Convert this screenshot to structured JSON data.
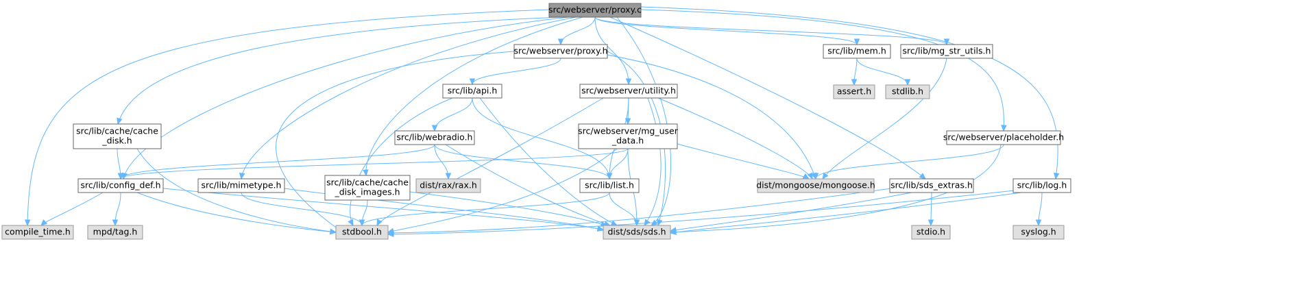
{
  "nodes": {
    "proxy_c": {
      "lines": [
        "src/webserver/proxy.c"
      ],
      "kind": "root"
    },
    "proxy_h": {
      "lines": [
        "src/webserver/proxy.h"
      ],
      "kind": "local"
    },
    "mem_h": {
      "lines": [
        "src/lib/mem.h"
      ],
      "kind": "local"
    },
    "mg_str_utils_h": {
      "lines": [
        "src/lib/mg_str_utils.h"
      ],
      "kind": "local"
    },
    "assert_h": {
      "lines": [
        "assert.h"
      ],
      "kind": "system"
    },
    "stdlib_h": {
      "lines": [
        "stdlib.h"
      ],
      "kind": "system"
    },
    "api_h": {
      "lines": [
        "src/lib/api.h"
      ],
      "kind": "local"
    },
    "utility_h": {
      "lines": [
        "src/webserver/utility.h"
      ],
      "kind": "local"
    },
    "cache_disk_h": {
      "lines": [
        "src/lib/cache/cache",
        "_disk.h"
      ],
      "kind": "local"
    },
    "webradio_h": {
      "lines": [
        "src/lib/webradio.h"
      ],
      "kind": "local"
    },
    "mg_user_data_h": {
      "lines": [
        "src/webserver/mg_user",
        "_data.h"
      ],
      "kind": "local"
    },
    "placeholder_h": {
      "lines": [
        "src/webserver/placeholder.h"
      ],
      "kind": "local"
    },
    "config_def_h": {
      "lines": [
        "src/lib/config_def.h"
      ],
      "kind": "local"
    },
    "mimetype_h": {
      "lines": [
        "src/lib/mimetype.h"
      ],
      "kind": "local"
    },
    "cache_disk_images_h": {
      "lines": [
        "src/lib/cache/cache",
        "_disk_images.h"
      ],
      "kind": "local"
    },
    "rax_h": {
      "lines": [
        "dist/rax/rax.h"
      ],
      "kind": "system"
    },
    "list_h": {
      "lines": [
        "src/lib/list.h"
      ],
      "kind": "local"
    },
    "mongoose_h": {
      "lines": [
        "dist/mongoose/mongoose.h"
      ],
      "kind": "system"
    },
    "sds_extras_h": {
      "lines": [
        "src/lib/sds_extras.h"
      ],
      "kind": "local"
    },
    "log_h": {
      "lines": [
        "src/lib/log.h"
      ],
      "kind": "local"
    },
    "compile_time_h": {
      "lines": [
        "compile_time.h"
      ],
      "kind": "system"
    },
    "tag_h": {
      "lines": [
        "mpd/tag.h"
      ],
      "kind": "system"
    },
    "stdbool_h": {
      "lines": [
        "stdbool.h"
      ],
      "kind": "system"
    },
    "sds_h": {
      "lines": [
        "dist/sds/sds.h"
      ],
      "kind": "system"
    },
    "stdio_h": {
      "lines": [
        "stdio.h"
      ],
      "kind": "system"
    },
    "syslog_h": {
      "lines": [
        "syslog.h"
      ],
      "kind": "system"
    }
  },
  "edges": [
    [
      "proxy_c",
      "compile_time_h"
    ],
    [
      "proxy_c",
      "cache_disk_h"
    ],
    [
      "proxy_c",
      "config_def_h"
    ],
    [
      "proxy_c",
      "mimetype_h"
    ],
    [
      "proxy_c",
      "cache_disk_images_h"
    ],
    [
      "proxy_c",
      "proxy_h"
    ],
    [
      "proxy_c",
      "utility_h"
    ],
    [
      "proxy_c",
      "sds_h"
    ],
    [
      "proxy_c",
      "sds_extras_h"
    ],
    [
      "proxy_c",
      "mem_h"
    ],
    [
      "proxy_c",
      "mg_str_utils_h"
    ],
    [
      "proxy_c",
      "placeholder_h"
    ],
    [
      "proxy_c",
      "log_h"
    ],
    [
      "proxy_h",
      "api_h"
    ],
    [
      "proxy_h",
      "stdbool_h"
    ],
    [
      "proxy_h",
      "sds_h"
    ],
    [
      "proxy_h",
      "mongoose_h"
    ],
    [
      "mem_h",
      "assert_h"
    ],
    [
      "mem_h",
      "stdlib_h"
    ],
    [
      "mg_str_utils_h",
      "mongoose_h"
    ],
    [
      "api_h",
      "webradio_h"
    ],
    [
      "api_h",
      "list_h"
    ],
    [
      "api_h",
      "stdbool_h"
    ],
    [
      "api_h",
      "sds_h"
    ],
    [
      "utility_h",
      "mg_user_data_h"
    ],
    [
      "utility_h",
      "list_h"
    ],
    [
      "utility_h",
      "stdbool_h"
    ],
    [
      "utility_h",
      "sds_h"
    ],
    [
      "utility_h",
      "mongoose_h"
    ],
    [
      "cache_disk_h",
      "config_def_h"
    ],
    [
      "cache_disk_h",
      "stdbool_h"
    ],
    [
      "webradio_h",
      "config_def_h"
    ],
    [
      "webradio_h",
      "rax_h"
    ],
    [
      "webradio_h",
      "list_h"
    ],
    [
      "webradio_h",
      "sds_h"
    ],
    [
      "mg_user_data_h",
      "config_def_h"
    ],
    [
      "mg_user_data_h",
      "list_h"
    ],
    [
      "mg_user_data_h",
      "stdbool_h"
    ],
    [
      "mg_user_data_h",
      "sds_h"
    ],
    [
      "mg_user_data_h",
      "mongoose_h"
    ],
    [
      "placeholder_h",
      "mongoose_h"
    ],
    [
      "placeholder_h",
      "sds_h"
    ],
    [
      "config_def_h",
      "compile_time_h"
    ],
    [
      "config_def_h",
      "tag_h"
    ],
    [
      "config_def_h",
      "stdbool_h"
    ],
    [
      "config_def_h",
      "sds_h"
    ],
    [
      "mimetype_h",
      "stdbool_h"
    ],
    [
      "mimetype_h",
      "sds_h"
    ],
    [
      "cache_disk_images_h",
      "stdbool_h"
    ],
    [
      "cache_disk_images_h",
      "sds_h"
    ],
    [
      "list_h",
      "stdbool_h"
    ],
    [
      "list_h",
      "sds_h"
    ],
    [
      "sds_extras_h",
      "stdio_h"
    ],
    [
      "sds_extras_h",
      "stdbool_h"
    ],
    [
      "sds_extras_h",
      "sds_h"
    ],
    [
      "log_h",
      "syslog_h"
    ],
    [
      "log_h",
      "stdbool_h"
    ],
    [
      "log_h",
      "sds_h"
    ]
  ],
  "colors": {
    "edge": "#63b8ff",
    "root_fill": "#999999",
    "system_fill": "#e0e0e0",
    "local_fill": "#ffffff",
    "border": "#666666"
  }
}
